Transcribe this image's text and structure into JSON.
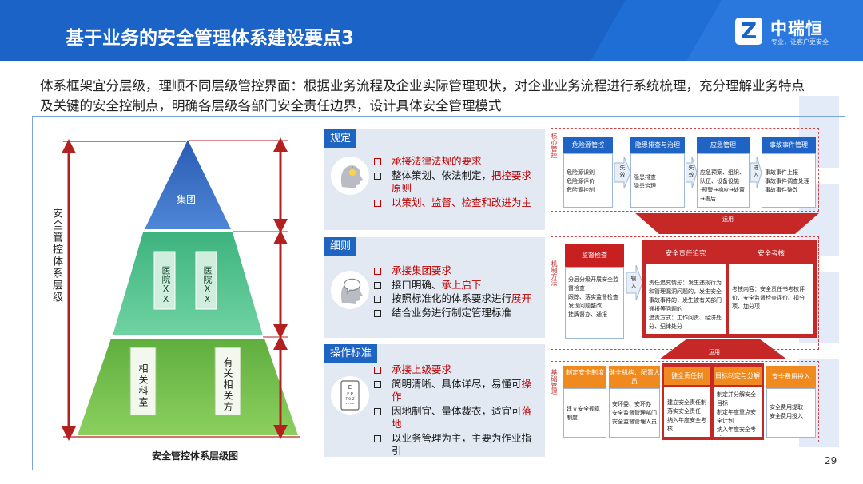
{
  "header": {
    "title": "基于业务的安全管理体系建设要点3",
    "logo_mark": "Z",
    "logo_name": "中瑞恒",
    "logo_slogan": "专业，让客户更安全"
  },
  "intro": "体系框架宜分层级，理顺不同层级管控界面：根据业务流程及企业实际管理现状，对企业业务流程进行系统梳理，充分理解业务特点及关键的安全控制点，明确各层级各部门安全责任边界，设计具体安全管理模式",
  "pyramid": {
    "side_label": "安全管控体系层级",
    "caption": "安全管控体系层级图",
    "top": "集团",
    "mid_left": "医院XX",
    "mid_right": "医院XX",
    "bot_left": "相关科室",
    "bot_right": "有关相关方",
    "colors": {
      "top": "#2f63b8",
      "mid": "#4dbe86",
      "bot": "#6bb64a",
      "arrows": "#b32020"
    }
  },
  "cards": [
    {
      "tag": "规定",
      "icon": "head-lightbulb-icon",
      "items": [
        {
          "text": "承接法律法规的要求",
          "red": true
        },
        {
          "text": "整体策划、依法制定，",
          "hl": "把控要求原则"
        },
        {
          "text": "以策划、监督、检查和改进为主",
          "red": true
        }
      ]
    },
    {
      "tag": "细则",
      "icon": "head-speech-icon",
      "items": [
        {
          "text": "承接集团要求",
          "red": true
        },
        {
          "text": "接口明确、",
          "hl": "承上启下"
        },
        {
          "text": "按照标准化的体系要求进行",
          "hl": "展开"
        },
        {
          "text": "结合业务进行制定管理标准"
        }
      ]
    },
    {
      "tag": "操作标准",
      "icon": "eye-chart-icon",
      "items": [
        {
          "text": "承接上级要求",
          "red": true
        },
        {
          "text": "简明清晰、具体详尽，易懂可",
          "hl": "操作"
        },
        {
          "text": "因地制宜、量体裁衣，适宜可",
          "hl": "落地"
        },
        {
          "text": "以业务管理为主，主要为作业指引"
        }
      ]
    }
  ],
  "right": {
    "core": {
      "side": "核心管控",
      "boxes": [
        {
          "title": "危险源管控",
          "body": [
            "危险源识别",
            "危险源评价",
            "危险源控制"
          ]
        },
        {
          "title": "隐患排查与治理",
          "body": [
            "隐患排查",
            "隐患治理"
          ]
        },
        {
          "title": "应急管理",
          "body": [
            "应急预案、组织、",
            "队伍、设备设施",
            "·预警→响应→处置",
            "→善后"
          ]
        },
        {
          "title": "事故事件管理",
          "body": [
            "事故事件上报",
            "事故事件调查处理",
            "事故事件整改"
          ]
        }
      ],
      "arrows": [
        "失效",
        "失效",
        "进入"
      ]
    },
    "use1": "运用",
    "mech": {
      "side": "机制方法",
      "boxes": [
        {
          "title": "监督检查",
          "body": [
            "分层分级开展安全监督检查",
            "跟踪、落实监督检查发现问题整改",
            "挂牌督办、通报"
          ]
        },
        {
          "title": "安全责任追究",
          "body": [
            "责任追究情形：发生违规行为和管理漏洞问题的，发生安全事故事件的，发生被有关部门通报等问题的",
            "追责方式：工作问责、经济处分、纪律处分"
          ]
        },
        {
          "title": "安全考核",
          "body": [
            "考核内容：安全责任书考核评价、安全监督检查评价、扣分项、加分项"
          ]
        }
      ],
      "arrow": "输入"
    },
    "use2": "运用",
    "base": {
      "side": "基础管理",
      "boxes": [
        {
          "title": "制定安全制度",
          "body": [
            "建立安全规章制度"
          ]
        },
        {
          "title": "健全机构、配置人员",
          "body": [
            "安环委、安环办",
            "安全监督管理部门",
            "安全监督管理人员"
          ]
        },
        {
          "title": "健全责任制",
          "body": [
            "建立安全责任制",
            "落实安全责任",
            "纳入年度安全考核"
          ]
        },
        {
          "title": "目标制定与分解",
          "body": [
            "制定并分解安全目标",
            "制定年度重点安全计划",
            "纳入年度安全考核"
          ]
        },
        {
          "title": "安全费用投入",
          "body": [
            "安全费用提取",
            "安全费用投入"
          ]
        }
      ]
    },
    "colors": {
      "blue_head": "#1f64c4",
      "red_head": "#c82020",
      "orange_head": "#f08a1e",
      "band": "#c62828"
    }
  },
  "page_number": "29"
}
